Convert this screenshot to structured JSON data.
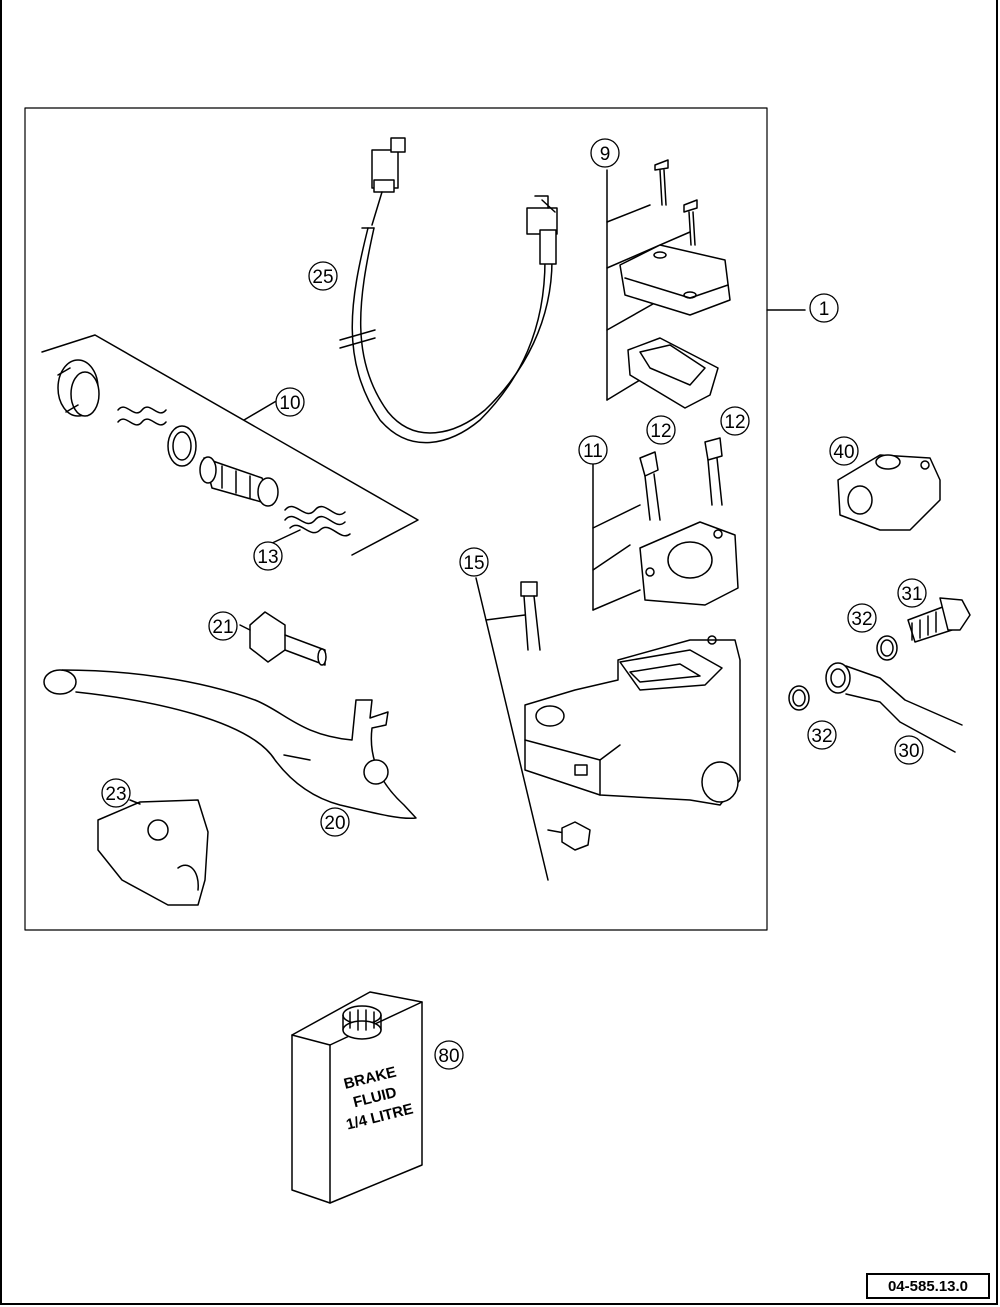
{
  "callouts": {
    "c1": "1",
    "c9": "9",
    "c10": "10",
    "c11": "11",
    "c12a": "12",
    "c12b": "12",
    "c13": "13",
    "c15": "15",
    "c20": "20",
    "c21": "21",
    "c23": "23",
    "c25": "25",
    "c30": "30",
    "c31": "31",
    "c32a": "32",
    "c32b": "32",
    "c40": "40",
    "c80": "80"
  },
  "bottle_label": {
    "line1": "BRAKE",
    "line2": "FLUID",
    "line3": "1/4 LITRE"
  },
  "reference_code": "04-585.13.0"
}
